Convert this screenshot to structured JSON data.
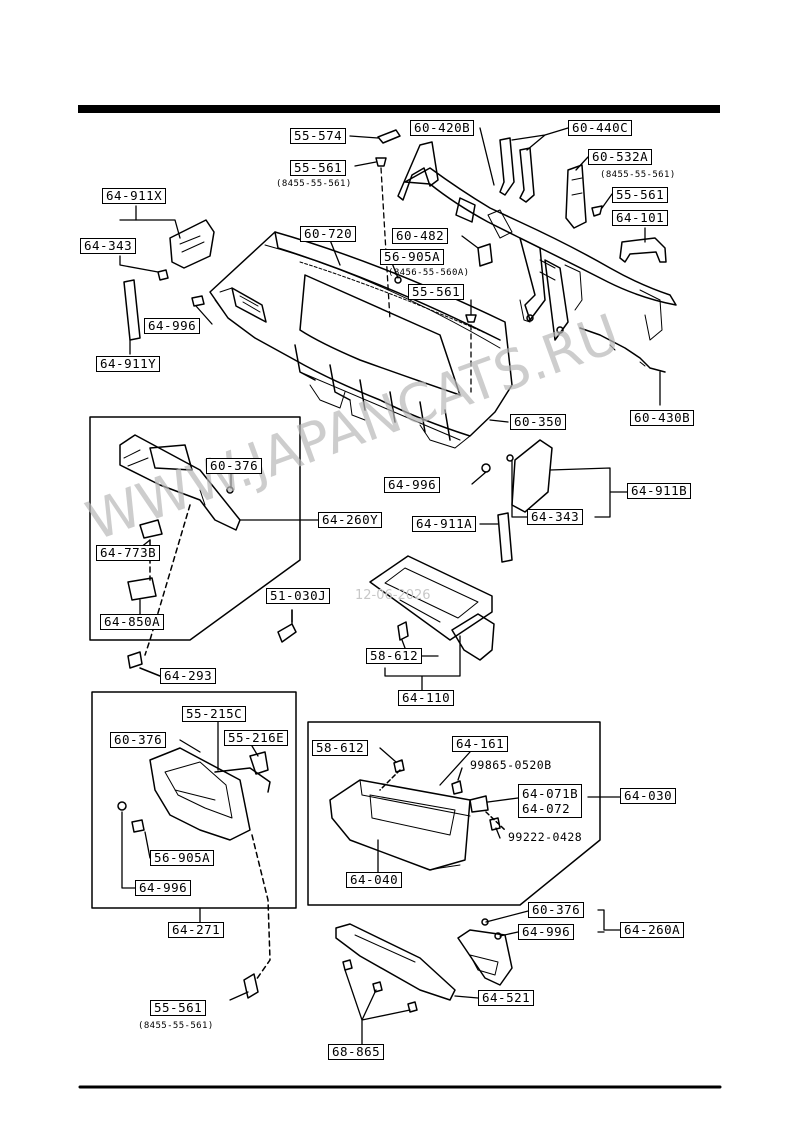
{
  "watermark": "WWW.JAPANCATS.RU",
  "watermark_date": "12-06-2026",
  "labels": {
    "l55_574": "55-574",
    "l55_561_top": "55-561",
    "l60_420b": "60-420B",
    "l60_440c": "60-440C",
    "l60_532a": "60-532A",
    "l55_561_r": "55-561",
    "l64_101": "64-101",
    "l64_911x": "64-911X",
    "l64_343_top": "64-343",
    "l60_720": "60-720",
    "l60_482": "60-482",
    "l56_905a_top": "56-905A",
    "l55_561_mid": "55-561",
    "l64_996_top": "64-996",
    "l64_911y": "64-911Y",
    "l60_350": "60-350",
    "l60_430b": "60-430B",
    "l60_376_a": "60-376",
    "l64_260y": "64-260Y",
    "l64_773b": "64-773B",
    "l64_850a": "64-850A",
    "l64_996_mid": "64-996",
    "l64_911b": "64-911B",
    "l64_343_mid": "64-343",
    "l64_911a": "64-911A",
    "l51_030j": "51-030J",
    "l58_612_a": "58-612",
    "l64_110": "64-110",
    "l64_293": "64-293",
    "l55_215c": "55-215C",
    "l60_376_b": "60-376",
    "l55_216e": "55-216E",
    "l56_905a_b": "56-905A",
    "l64_996_b": "64-996",
    "l64_271": "64-271",
    "l58_612_b": "58-612",
    "l64_161": "64-161",
    "l64_071b": "64-071B",
    "l64_072": "64-072",
    "l64_030": "64-030",
    "l64_040": "64-040",
    "l60_376_c": "60-376",
    "l64_996_c": "64-996",
    "l64_260a": "64-260A",
    "l55_561_bot": "55-561",
    "l64_521": "64-521",
    "l68_865": "68-865"
  },
  "texts": {
    "t99865": "99865-0520B",
    "t99222": "99222-0428"
  },
  "subnotes": {
    "s_top": "(8455-55-561)",
    "s_right": "(8455-55-561)",
    "s_mid": "(8456-55-560A)",
    "s_bot": "(8455-55-561)"
  }
}
